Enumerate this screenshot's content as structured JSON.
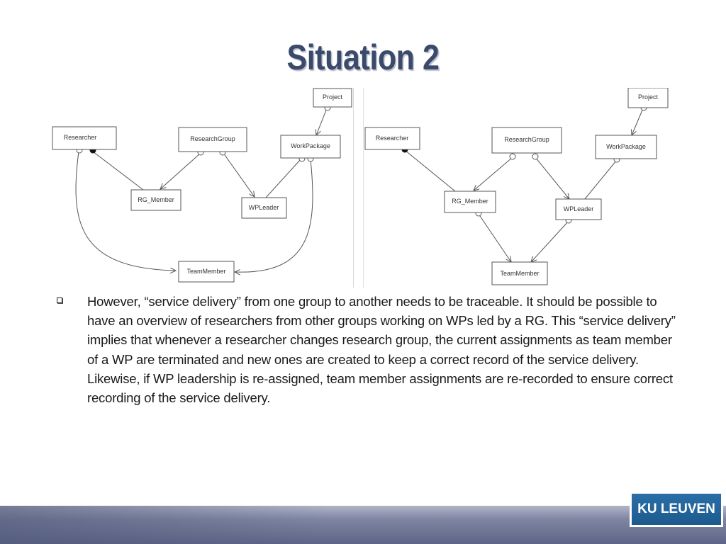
{
  "slide": {
    "title": "Situation 2"
  },
  "diagram_left": {
    "nodes": {
      "project": "Project",
      "researcher": "Researcher",
      "research_group": "ResearchGroup",
      "work_package": "WorkPackage",
      "rg_member": "RG_Member",
      "wp_leader": "WPLeader",
      "team_member": "TeamMember"
    }
  },
  "diagram_right": {
    "nodes": {
      "project": "Project",
      "researcher": "Researcher",
      "research_group": "ResearchGroup",
      "work_package": "WorkPackage",
      "rg_member": "RG_Member",
      "wp_leader": "WPLeader",
      "team_member": "TeamMember"
    }
  },
  "body": {
    "bullet_text": "However, “service delivery” from one group to another needs to be traceable. It should be possible to have an overview of researchers from other groups working on WPs led by a RG. This “service delivery” implies that whenever a researcher changes research group, the current assignments as team member of a WP are terminated and new ones are created to keep a correct record of the service delivery. Likewise, if WP leadership is re-assigned, team member assignments are re-recorded to ensure correct recording of the service delivery."
  },
  "logo": {
    "text": "KU LEUVEN"
  }
}
